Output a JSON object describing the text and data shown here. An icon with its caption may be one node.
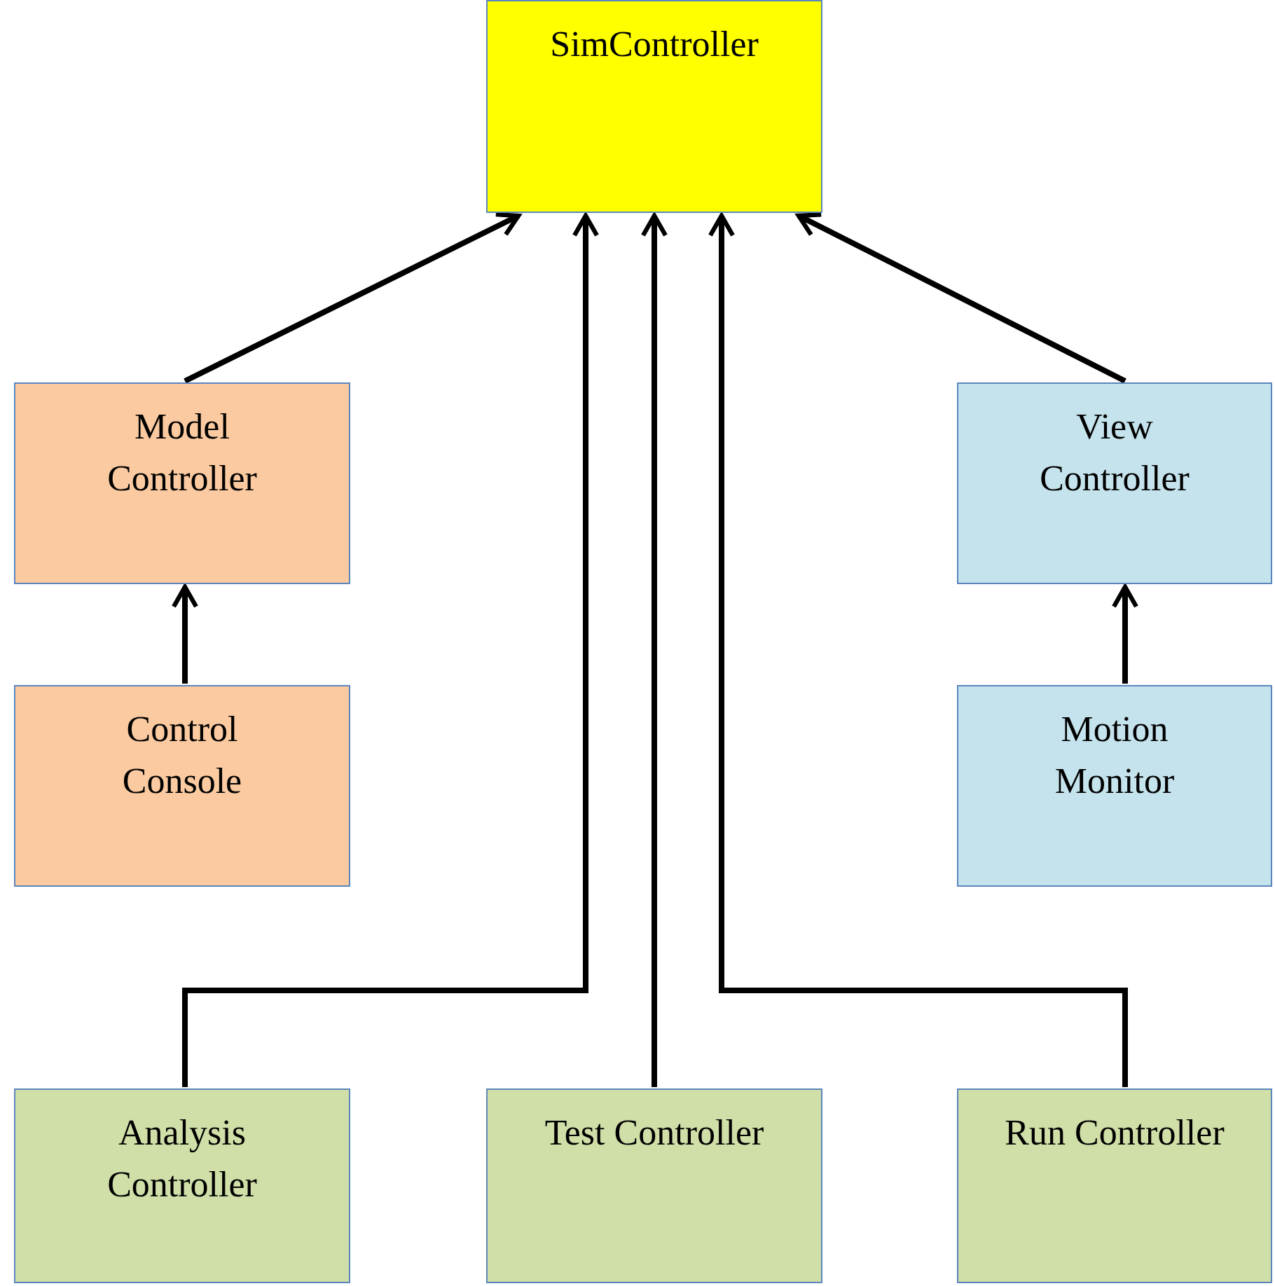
{
  "diagram": {
    "nodes": [
      {
        "text": [
          "SimController"
        ]
      },
      {
        "text": [
          "Model Controller"
        ]
      },
      {
        "text": [
          "Control Console"
        ]
      },
      {
        "text": [
          "View Controller"
        ]
      },
      {
        "text": [
          "Motion Monitor"
        ]
      },
      {
        "text": [
          "Analysis Controller"
        ]
      },
      {
        "text": [
          "Test Controller"
        ]
      },
      {
        "text": [
          "Run Controller"
        ]
      }
    ],
    "edges": [
      {
        "from": 1,
        "to": 0,
        "arrow": "to"
      },
      {
        "from": 3,
        "to": 0,
        "arrow": "to"
      },
      {
        "from": 2,
        "to": 1,
        "arrow": "to"
      },
      {
        "from": 4,
        "to": 3,
        "arrow": "to"
      },
      {
        "from": 5,
        "to": 0,
        "arrow": "to"
      },
      {
        "from": 6,
        "to": 0,
        "arrow": "to"
      },
      {
        "from": 7,
        "to": 0,
        "arrow": "to"
      }
    ]
  }
}
